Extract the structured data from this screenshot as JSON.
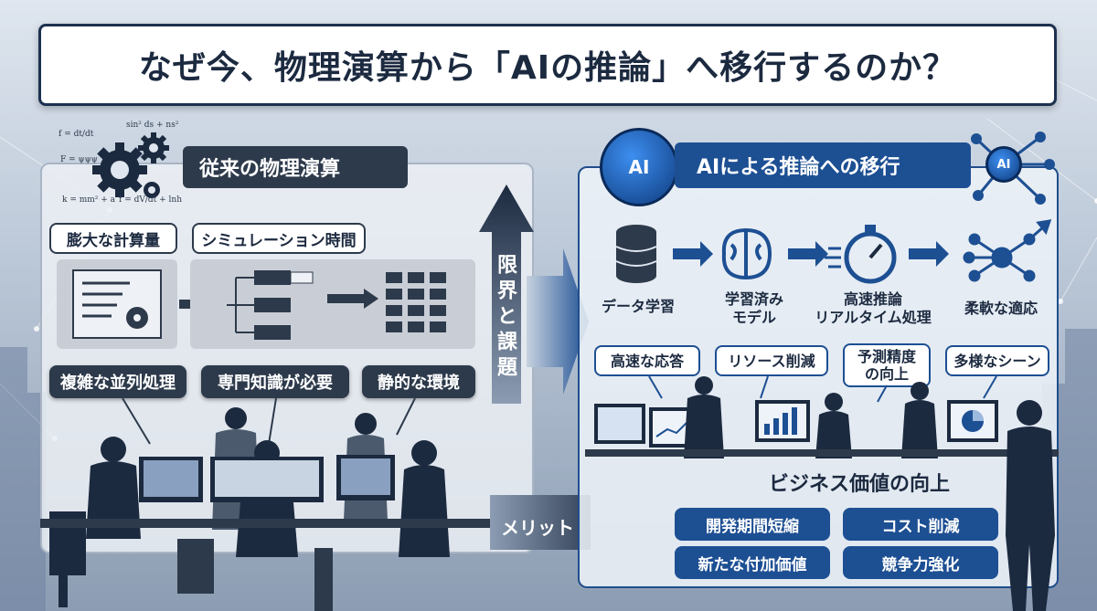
{
  "title": "なぜ今、物理演算から「AIの推論」へ移行するのか？",
  "left": {
    "header": "従来の物理演算",
    "label_compute": "膨大な計算量",
    "label_sim": "シミュレーション時間",
    "issues": [
      "複雑な並列処理",
      "専門知識が必要",
      "静的な環境"
    ],
    "formulas": [
      "f = dt/dt",
      "sin² ds + ns²",
      "F = ψψψ",
      "k = mm² + a",
      "f = dV/dt + lnh"
    ]
  },
  "middle": {
    "vertical_label": "限界と課題",
    "merit_label": "メリット"
  },
  "right": {
    "header": "AIによる推論への移行",
    "badge": "AI",
    "steps": [
      "データ学習",
      "学習済み\nモデル",
      "高速推論\nリアルタイム処理",
      "柔軟な適応"
    ],
    "benefits": [
      "高速な応答",
      "リソース削減",
      "予測精度\nの向上",
      "多様なシーン"
    ],
    "business_title": "ビジネス価値の向上",
    "business_values": [
      "開発期間短縮",
      "コスト削減",
      "新たな付加価値",
      "競争力強化"
    ]
  },
  "colors": {
    "navy": "#1c2a40",
    "dark": "#2d3a4b",
    "blue": "#1d4f93"
  }
}
